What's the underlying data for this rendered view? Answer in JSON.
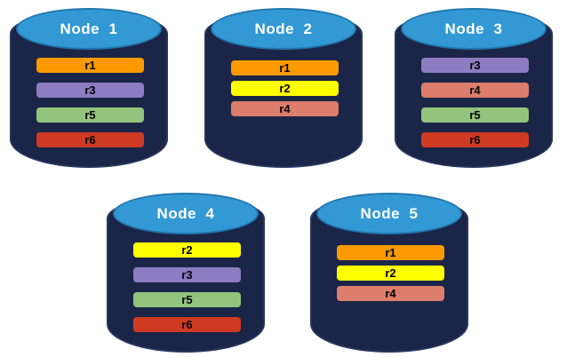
{
  "diagram": {
    "description": "Database nodes with replica placement",
    "colors": {
      "cylinder_body": "#1B2547",
      "cylinder_body_outline": "#27355C",
      "cylinder_top": "#3399D5",
      "cylinder_top_outline": "#2176AE",
      "title_text": "#FFFFFF",
      "bar_text": "#000000",
      "replicas": {
        "r1": "#FA9A00",
        "r2": "#FFFF00",
        "r3": "#8D7CC2",
        "r4": "#DC7E6B",
        "r5": "#92C47E",
        "r6": "#CE3B22"
      }
    },
    "nodes": [
      {
        "name": "Node  1",
        "replicas": [
          "r1",
          "r3",
          "r5",
          "r6"
        ]
      },
      {
        "name": "Node  2",
        "replicas": [
          "r1",
          "r2",
          "r4"
        ]
      },
      {
        "name": "Node  3",
        "replicas": [
          "r3",
          "r4",
          "r5",
          "r6"
        ]
      },
      {
        "name": "Node  4",
        "replicas": [
          "r2",
          "r3",
          "r5",
          "r6"
        ]
      },
      {
        "name": "Node  5",
        "replicas": [
          "r1",
          "r2",
          "r4"
        ]
      }
    ]
  }
}
